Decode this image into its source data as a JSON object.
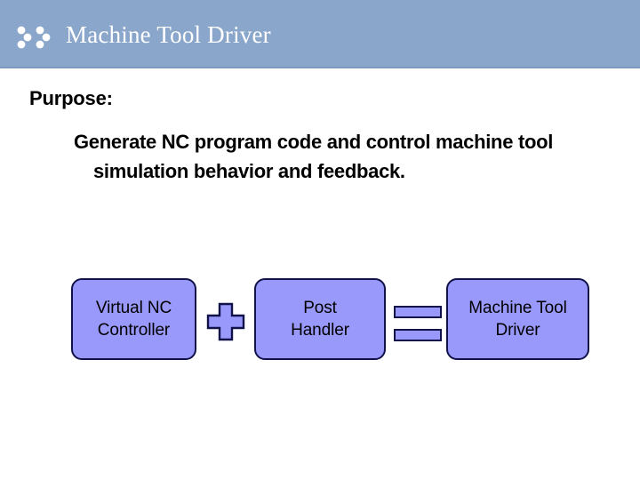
{
  "header": {
    "title": "Machine Tool Driver",
    "logo_icon": "six-dots-logo-icon",
    "background_color": "#8aa6ca",
    "title_color": "#ffffff"
  },
  "content": {
    "purpose_label": "Purpose:",
    "purpose_text": "Generate NC program code and control machine tool simulation behavior and feedback."
  },
  "diagram": {
    "node_fill_color": "#9999fb",
    "node_border_color": "#12124a",
    "nodes": [
      {
        "id": "virtual-nc-controller",
        "label": "Virtual NC\nController",
        "line1": "Virtual NC",
        "line2": "Controller"
      },
      {
        "id": "post-handler",
        "label": "Post\nHandler",
        "line1": "Post",
        "line2": "Handler"
      },
      {
        "id": "machine-tool-driver",
        "label": "Machine Tool\nDriver",
        "line1": "Machine Tool",
        "line2": "Driver"
      }
    ],
    "connectors": [
      {
        "id": "plus-connector",
        "symbol": "+",
        "icon": "plus-shape-icon"
      },
      {
        "id": "equals-connector",
        "symbol": "=",
        "icon": "equals-shape-icon"
      }
    ]
  }
}
